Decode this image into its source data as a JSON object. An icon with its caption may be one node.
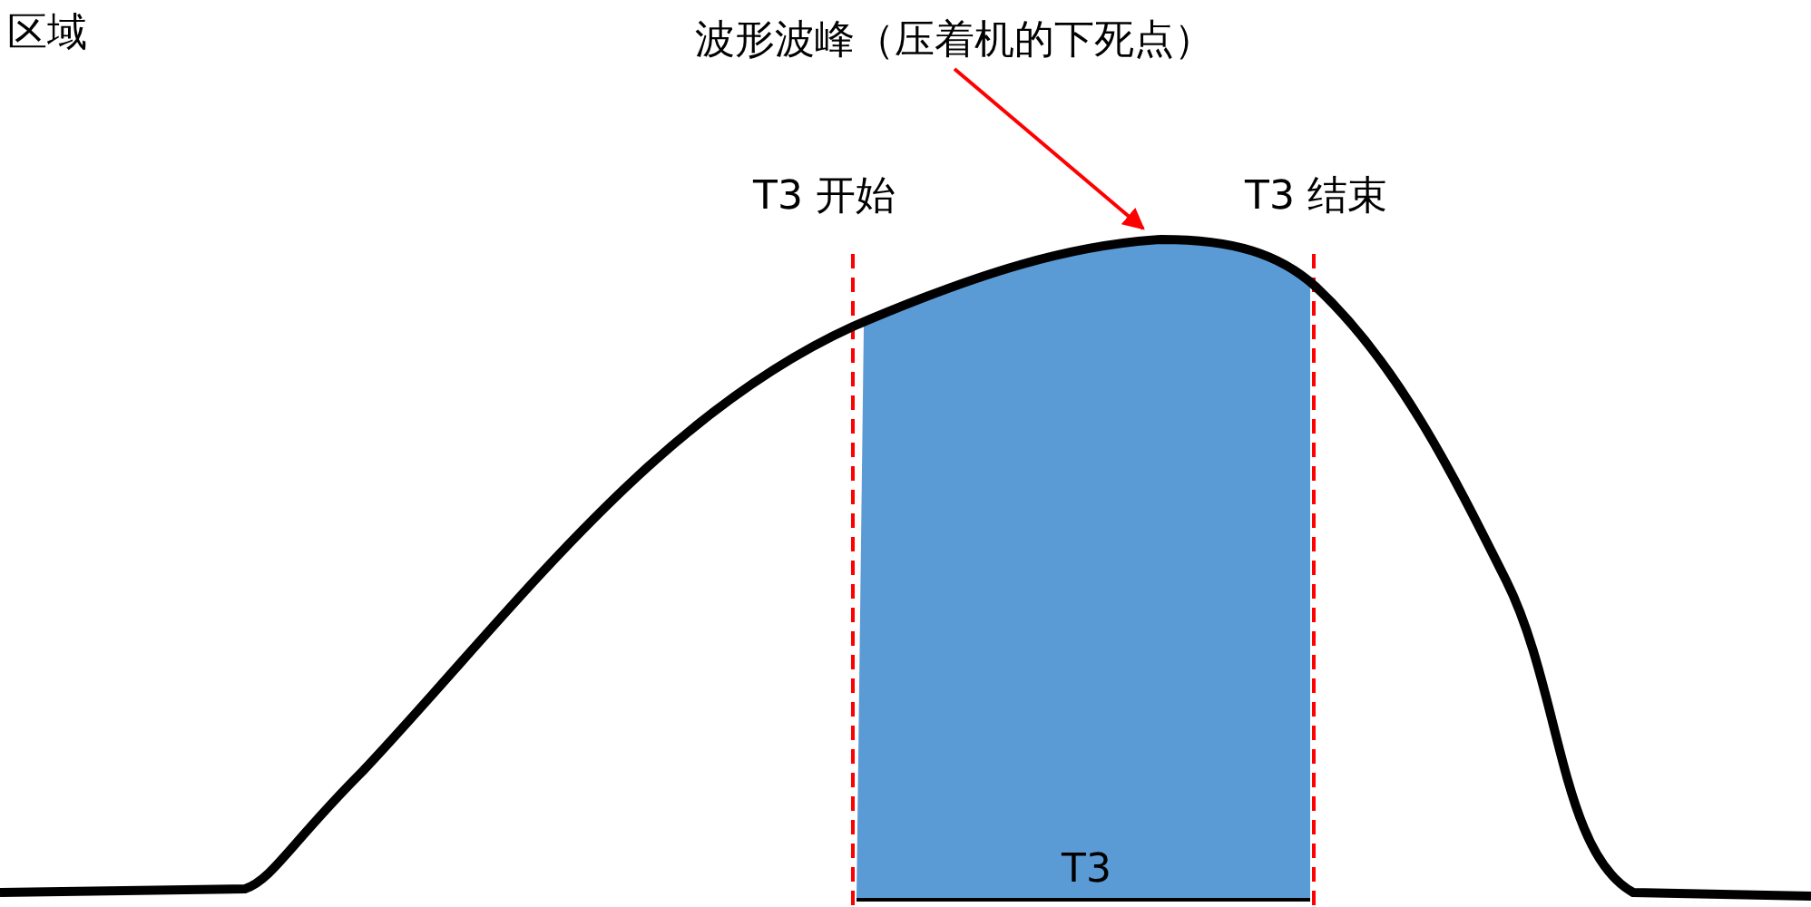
{
  "diagram": {
    "nodes": [
      {
        "text": [
          "波形波峰（压着机的下死点）"
        ]
      },
      {
        "text": [],
        "shape": "picture"
      }
    ],
    "edges": [
      {
        "from": 0,
        "to": 1,
        "arrow": "to",
        "color": "#ff0000"
      }
    ],
    "labels": [
      "区域",
      "T3 开始",
      "T3 结束",
      "T3"
    ]
  }
}
